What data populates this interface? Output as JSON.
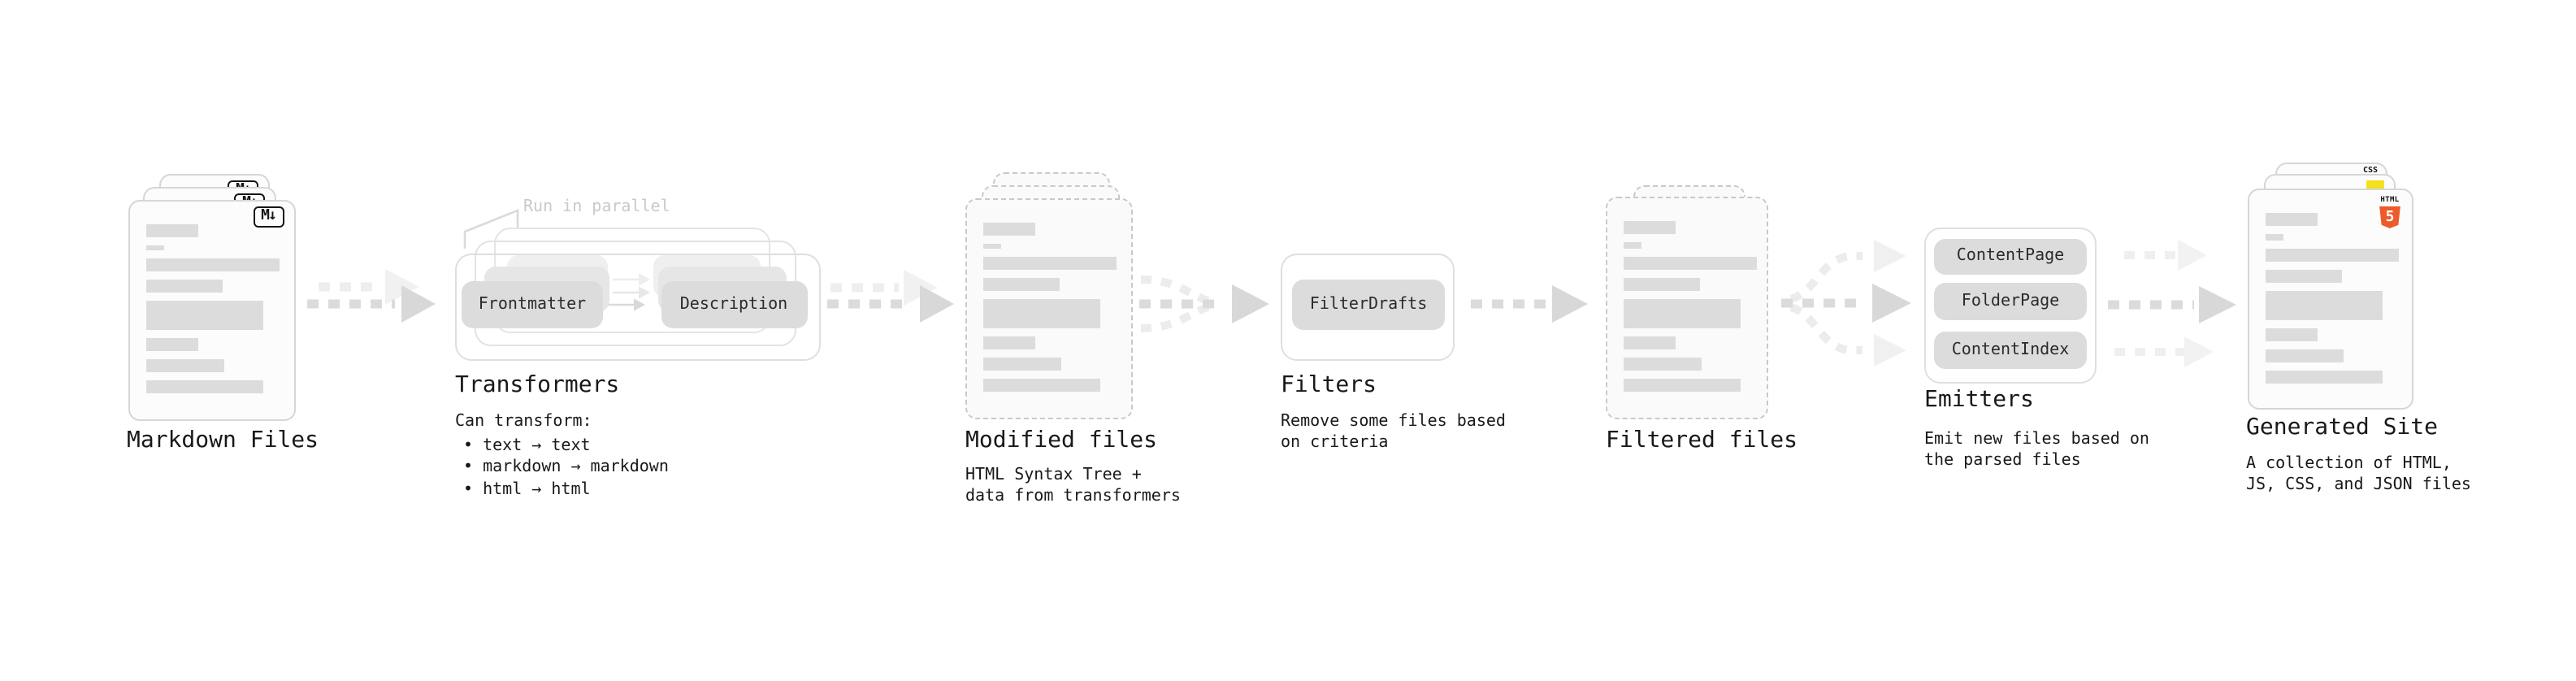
{
  "colors": {
    "html5_orange": "#ec5b29",
    "css_blue": "#2861e4",
    "js_yellow": "#f6df1c",
    "arrow_gray": "#d8d8d8",
    "ghost_arrow_gray": "#eeeeee",
    "node_fill": "#dcdcdc",
    "note_gray": "#c9c9c9"
  },
  "stages": {
    "markdown": {
      "title": "Markdown Files",
      "badge": "M↓"
    },
    "transformers": {
      "title": "Transformers",
      "note": "Run in parallel",
      "node_left": "Frontmatter",
      "node_right": "Description",
      "desc_heading": "Can transform:",
      "bullets": [
        "• text → text",
        "• markdown → markdown",
        "• html → html"
      ]
    },
    "modified": {
      "title": "Modified files",
      "desc": [
        "HTML Syntax Tree +",
        "data from transformers"
      ]
    },
    "filters": {
      "title": "Filters",
      "node": "FilterDrafts",
      "desc": [
        "Remove some files based",
        "on criteria"
      ]
    },
    "filtered": {
      "title": "Filtered files"
    },
    "emitters": {
      "title": "Emitters",
      "nodes": [
        "ContentPage",
        "FolderPage",
        "ContentIndex"
      ],
      "desc": [
        "Emit new files based on",
        "the parsed files"
      ]
    },
    "generated": {
      "title": "Generated Site",
      "desc": [
        "A collection of HTML,",
        "JS, CSS, and JSON files"
      ],
      "badge_css": "CSS",
      "badge_html_word": "HTML",
      "badge_html_number": "5"
    }
  }
}
